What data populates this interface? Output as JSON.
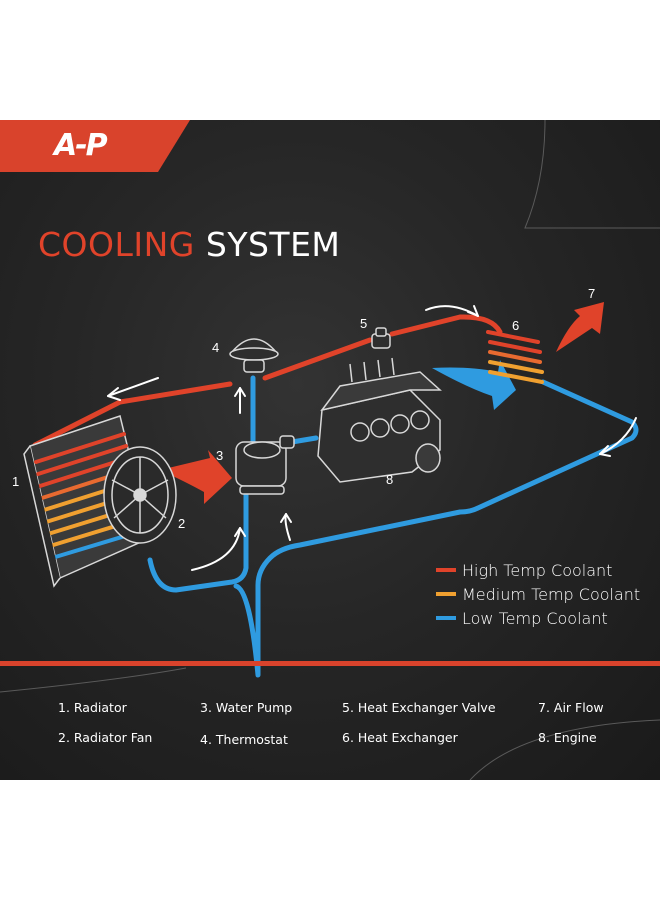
{
  "brand": {
    "logo_text": "A-P",
    "accent_color": "#d9432c"
  },
  "title": {
    "part1": "COOLING",
    "part2": "SYSTEM"
  },
  "components": {
    "n1": "1",
    "n2": "2",
    "n3": "3",
    "n4": "4",
    "n5": "5",
    "n6": "6",
    "n7": "7",
    "n8": "8"
  },
  "legend": [
    {
      "label": "High Temp Coolant",
      "color": "#e0432a"
    },
    {
      "label": "Medium Temp Coolant",
      "color": "#f0a030"
    },
    {
      "label": "Low Temp Coolant",
      "color": "#2f9be0"
    }
  ],
  "parts_list": [
    {
      "text": "1.  Radiator"
    },
    {
      "text": "2.  Radiator Fan"
    },
    {
      "text": "3.  Water Pump"
    },
    {
      "text": "4.  Thermostat"
    },
    {
      "text": "5.  Heat Exchanger Valve"
    },
    {
      "text": "6.  Heat Exchanger"
    },
    {
      "text": "7.  Air Flow"
    },
    {
      "text": "8.  Engine"
    }
  ],
  "icons": [
    "logo",
    "radiator",
    "fan",
    "water-pump",
    "thermostat",
    "valve",
    "heat-exchanger",
    "engine",
    "airflow-arrow",
    "flow-arrow"
  ]
}
